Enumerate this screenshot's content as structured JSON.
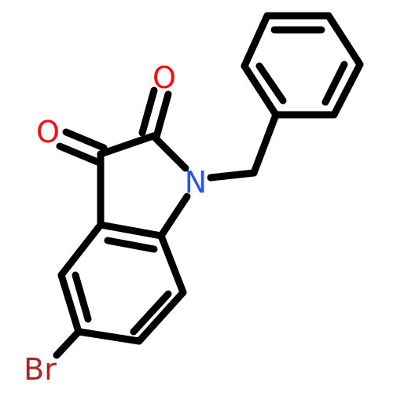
{
  "molecule": {
    "atoms": {
      "o_upper": {
        "label": "O",
        "color": "#ff0d0d"
      },
      "o_left": {
        "label": "O",
        "color": "#ff0d0d"
      },
      "nitrogen": {
        "label": "N",
        "color": "#3050f8"
      },
      "bromine": {
        "label": "Br",
        "color": "#a62929"
      }
    },
    "bond_color": "#000000"
  }
}
